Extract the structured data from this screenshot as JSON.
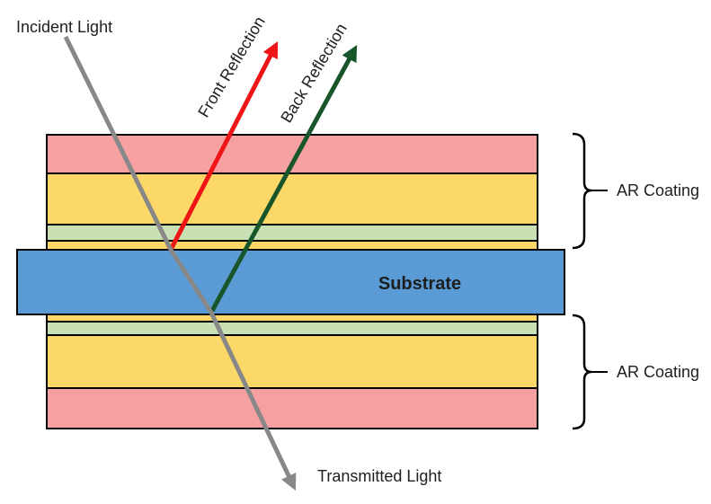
{
  "labels": {
    "incident_light": "Incident Light",
    "front_reflection": "Front Reflection",
    "back_reflection": "Back Reflection",
    "substrate": "Substrate",
    "ar_coating_top": "AR Coating",
    "ar_coating_bottom": "AR Coating",
    "transmitted_light": "Transmitted Light"
  },
  "colors": {
    "layer_pink": "#F7A0A2",
    "layer_yellow": "#FCD869",
    "layer_green": "#C8E0B4",
    "substrate_blue": "#5B9BD5",
    "arrow_red": "#ED1515",
    "arrow_dark_green": "#19552A",
    "ray_gray": "#888888",
    "outline_black": "#000000",
    "text_dark": "#1E1E1E"
  },
  "structure": {
    "top_coating_layer_order": [
      "pink",
      "yellow",
      "green",
      "yellow-thin"
    ],
    "bottom_coating_layer_order": [
      "yellow-thin",
      "green",
      "yellow",
      "pink"
    ]
  }
}
